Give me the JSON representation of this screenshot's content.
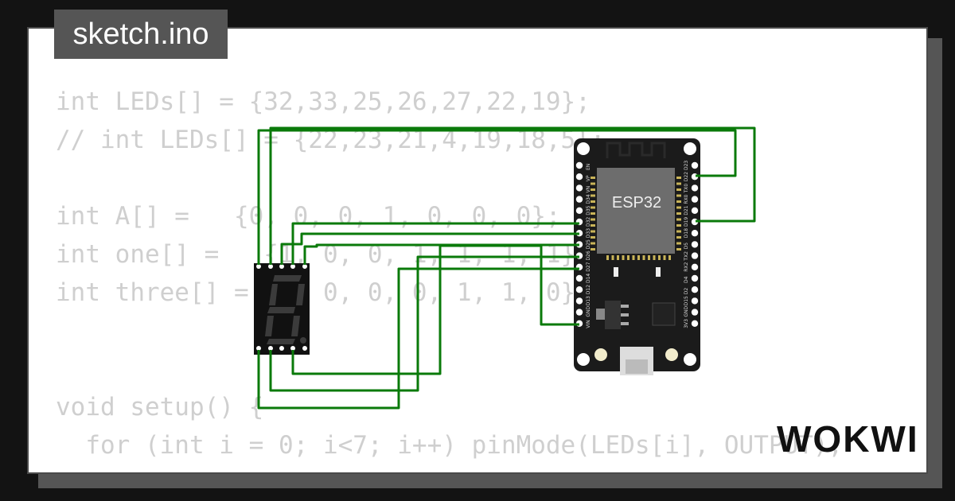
{
  "title": "sketch.ino",
  "code_lines": [
    "int LEDs[] = {32,33,25,26,27,22,19};",
    "// int LEDs[] = {22,23,21,4,19,18,5};",
    "",
    "int A[] =   {0, 0, 0, 1, 0, 0, 0};",
    "int one[] =   {1, 0, 0, 1, 1, 1, 1};",
    "int three[] = {0, 0, 0, 0, 1, 1, 0};",
    "",
    "",
    "void setup() {",
    "  for (int i = 0; i<7; i++) pinMode(LEDs[i], OUTPUT);",
    "}"
  ],
  "esp32": {
    "label": "ESP32",
    "left_pins": [
      "EN",
      "VP",
      "VN",
      "D34",
      "D35",
      "D32",
      "D33",
      "D25",
      "D26",
      "D27",
      "D14",
      "D12",
      "D13",
      "GND",
      "VIN"
    ],
    "right_pins": [
      "D23",
      "D22",
      "TX0",
      "RX0",
      "D21",
      "D19",
      "D18",
      "D5",
      "TX2",
      "RX2",
      "D4",
      "D2",
      "D15",
      "GND",
      "3V3"
    ]
  },
  "display": {
    "digit": "8"
  },
  "logo": "WOKWI",
  "colors": {
    "wire": "#0a7a0a",
    "board": "#1b1b1b",
    "module": "#6d6d6d",
    "code": "#cfcfcf"
  }
}
